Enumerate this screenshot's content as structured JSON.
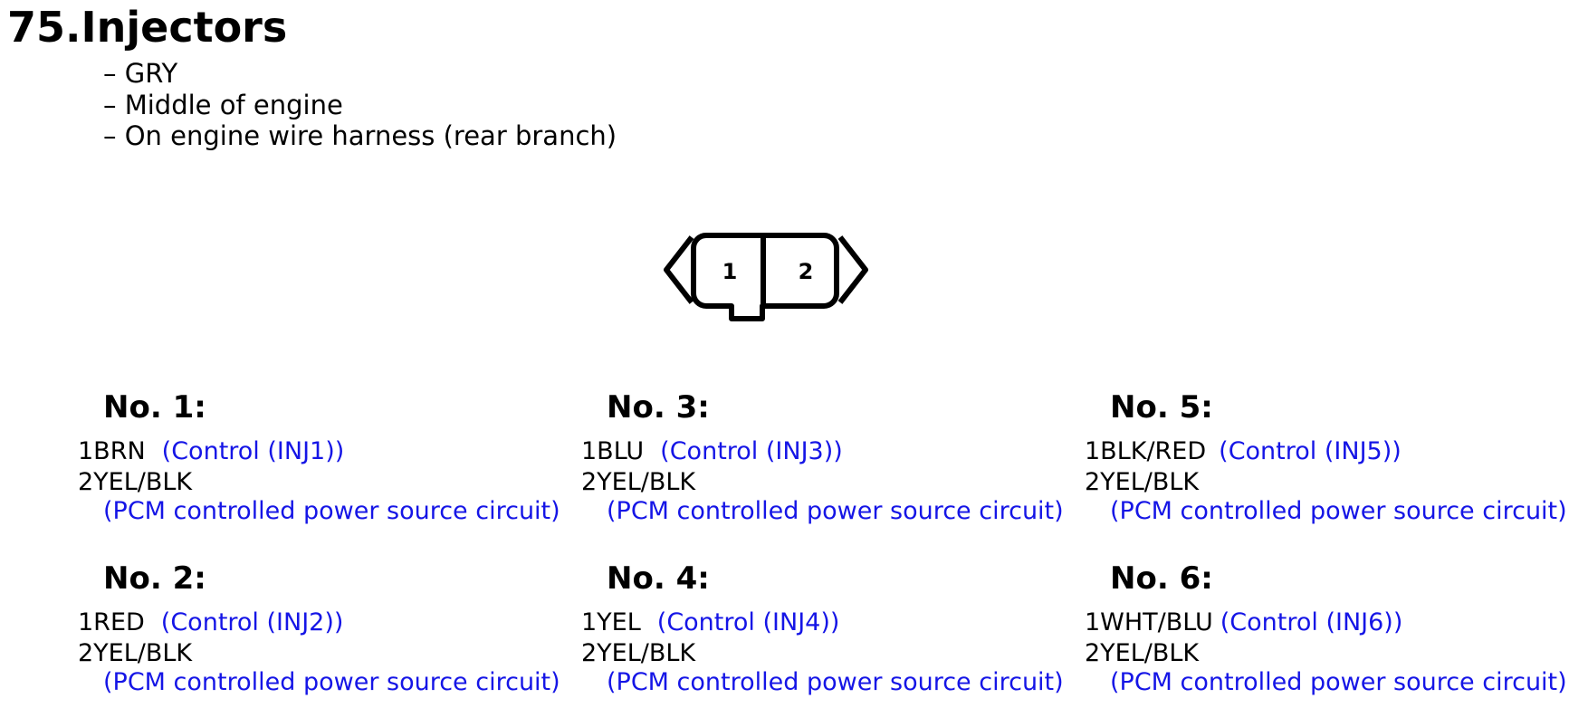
{
  "title": "75.Injectors",
  "bullets": [
    "– GRY",
    "– Middle of engine",
    "– On engine wire harness (rear branch)"
  ],
  "connector": {
    "pins": [
      "1",
      "2"
    ]
  },
  "injectors": [
    {
      "heading": "No. 1:",
      "pin1_wire": "1BRN",
      "pin1_desc": "(Control (INJ1))",
      "pin2_wire": "2YEL/BLK",
      "pin2_desc": "(PCM controlled power source circuit)"
    },
    {
      "heading": "No. 3:",
      "pin1_wire": "1BLU",
      "pin1_desc": "(Control (INJ3))",
      "pin2_wire": "2YEL/BLK",
      "pin2_desc": "(PCM controlled power source circuit)"
    },
    {
      "heading": "No. 5:",
      "pin1_wire": "1BLK/RED",
      "pin1_desc": "(Control (INJ5))",
      "pin2_wire": "2YEL/BLK",
      "pin2_desc": "(PCM controlled power source circuit)"
    },
    {
      "heading": "No. 2:",
      "pin1_wire": "1RED",
      "pin1_desc": "(Control (INJ2))",
      "pin2_wire": "2YEL/BLK",
      "pin2_desc": "(PCM controlled power source circuit)"
    },
    {
      "heading": "No. 4:",
      "pin1_wire": "1YEL",
      "pin1_desc": "(Control (INJ4))",
      "pin2_wire": "2YEL/BLK",
      "pin2_desc": "(PCM controlled power source circuit)"
    },
    {
      "heading": "No. 6:",
      "pin1_wire": "1WHT/BLU",
      "pin1_desc": "(Control (INJ6))",
      "pin2_wire": "2YEL/BLK",
      "pin2_desc": "(PCM controlled power source circuit)"
    }
  ],
  "colors": {
    "text": "#000000",
    "circuit_desc": "#1515e6"
  }
}
